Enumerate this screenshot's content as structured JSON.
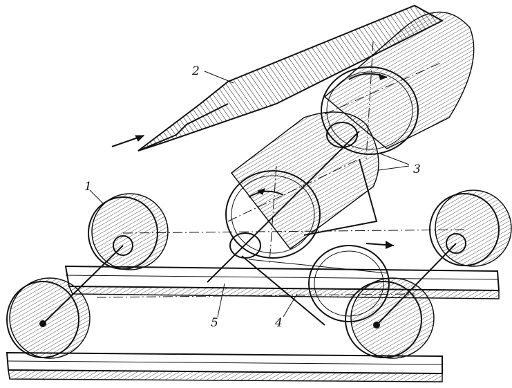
{
  "labels": {
    "belt": "2",
    "drums": "3",
    "wheel": "1",
    "strap": "4",
    "mechanism": "5"
  },
  "colors": {
    "ink": "#111111",
    "paper": "#ffffff"
  }
}
